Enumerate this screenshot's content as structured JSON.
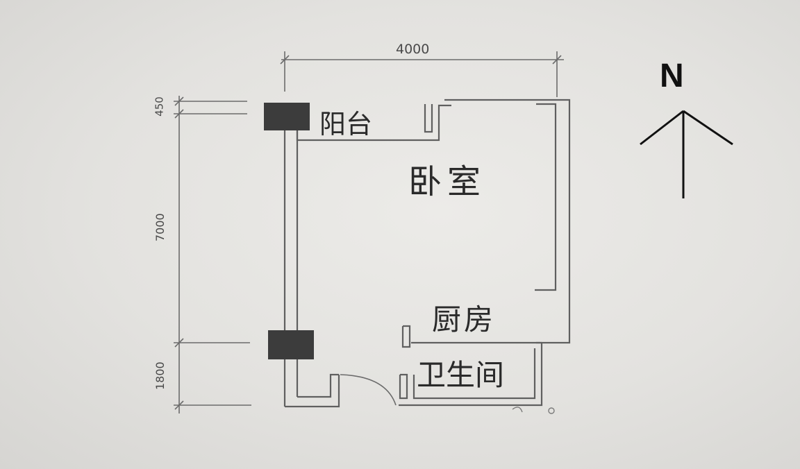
{
  "rooms": {
    "balcony": "阳台",
    "bedroom": "卧室",
    "kitchen": "厨房",
    "bathroom": "卫生间"
  },
  "dimensions": {
    "width_total": "4000",
    "depth_balcony": "450",
    "depth_main": "7000",
    "depth_bathroom": "1800"
  },
  "compass": {
    "label": "N",
    "icon": "north-arrow-icon"
  },
  "colors": {
    "wall": "#6b6b6b",
    "column": "#3c3c3c",
    "text": "#2a2a2a"
  }
}
